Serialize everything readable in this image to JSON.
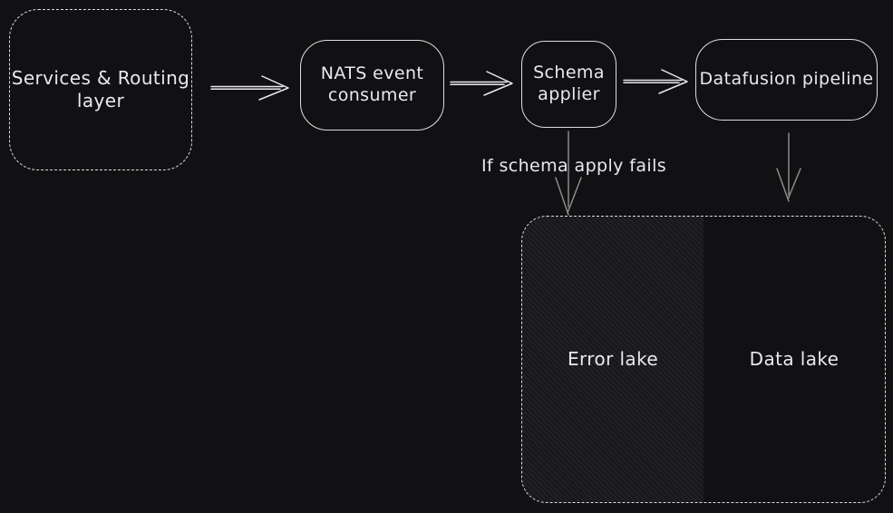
{
  "canvas": {
    "background_color": "#111113",
    "stroke_color": "#e9e9ec",
    "muted_arrow_color": "#8b8b8b"
  },
  "nodes": {
    "services_routing": {
      "label": "Services & Routing\nlayer",
      "border": "dashed"
    },
    "nats_consumer": {
      "label": "NATS event\nconsumer",
      "border": "solid"
    },
    "schema_applier": {
      "label": "Schema\napplier",
      "border": "solid"
    },
    "datafusion_pipeline": {
      "label": "Datafusion pipeline",
      "border": "solid"
    },
    "lakes_container": {
      "border": "dashed"
    },
    "error_lake": {
      "label": "Error lake",
      "fill": "diagonal-hatch"
    },
    "data_lake": {
      "label": "Data lake",
      "fill": "none"
    }
  },
  "annotations": {
    "schema_fail": "If schema apply fails"
  },
  "edges": [
    {
      "from": "Services & Routing layer",
      "to": "NATS event consumer",
      "direction": "right"
    },
    {
      "from": "NATS event consumer",
      "to": "Schema applier",
      "direction": "right"
    },
    {
      "from": "Schema applier",
      "to": "Datafusion pipeline",
      "direction": "right"
    },
    {
      "from": "Schema applier",
      "to": "Error lake",
      "direction": "down",
      "label": "If schema apply fails"
    },
    {
      "from": "Datafusion pipeline",
      "to": "Data lake",
      "direction": "down"
    }
  ]
}
